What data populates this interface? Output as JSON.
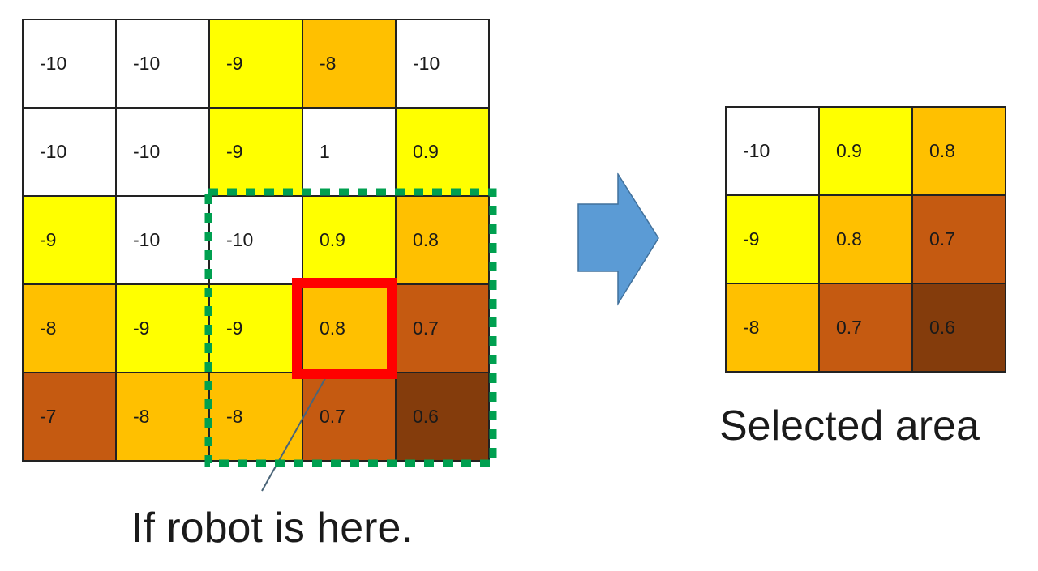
{
  "main_grid": {
    "rows": [
      [
        {
          "v": "-10",
          "c": "white"
        },
        {
          "v": "-10",
          "c": "white"
        },
        {
          "v": "-9",
          "c": "yellow"
        },
        {
          "v": "-8",
          "c": "orange"
        },
        {
          "v": "-10",
          "c": "white"
        }
      ],
      [
        {
          "v": "-10",
          "c": "white"
        },
        {
          "v": "-10",
          "c": "white"
        },
        {
          "v": "-9",
          "c": "yellow"
        },
        {
          "v": "1",
          "c": "white"
        },
        {
          "v": "0.9",
          "c": "yellow"
        }
      ],
      [
        {
          "v": "-9",
          "c": "yellow"
        },
        {
          "v": "-10",
          "c": "white"
        },
        {
          "v": "-10",
          "c": "white"
        },
        {
          "v": "0.9",
          "c": "yellow"
        },
        {
          "v": "0.8",
          "c": "orange"
        }
      ],
      [
        {
          "v": "-8",
          "c": "orange"
        },
        {
          "v": "-9",
          "c": "yellow"
        },
        {
          "v": "-9",
          "c": "yellow"
        },
        {
          "v": "0.8",
          "c": "orange"
        },
        {
          "v": "0.7",
          "c": "rust"
        }
      ],
      [
        {
          "v": "-7",
          "c": "rust"
        },
        {
          "v": "-8",
          "c": "orange"
        },
        {
          "v": "-8",
          "c": "orange"
        },
        {
          "v": "0.7",
          "c": "rust"
        },
        {
          "v": "0.6",
          "c": "brown"
        }
      ]
    ],
    "robot_cell": {
      "row": 3,
      "col": 3
    },
    "selection": {
      "row_start": 2,
      "col_start": 2,
      "size": 3
    }
  },
  "selected_grid": {
    "rows": [
      [
        {
          "v": "-10",
          "c": "white"
        },
        {
          "v": "0.9",
          "c": "yellow"
        },
        {
          "v": "0.8",
          "c": "orange"
        }
      ],
      [
        {
          "v": "-9",
          "c": "yellow"
        },
        {
          "v": "0.8",
          "c": "orange"
        },
        {
          "v": "0.7",
          "c": "rust"
        }
      ],
      [
        {
          "v": "-8",
          "c": "orange"
        },
        {
          "v": "0.7",
          "c": "rust"
        },
        {
          "v": "0.6",
          "c": "brown"
        }
      ]
    ]
  },
  "captions": {
    "robot": "If robot is here.",
    "selected": "Selected area"
  },
  "colors": {
    "white": "#ffffff",
    "yellow": "#ffff00",
    "orange": "#ffc000",
    "rust": "#c55a11",
    "brown": "#843c0c",
    "robot_box": "#ff0000",
    "selection_dots": "#00a050",
    "arrow": "#5b9bd5",
    "arrow_stroke": "#41719c",
    "pointer_line": "#4a6478"
  },
  "icons": {
    "arrow": "arrow-right-icon"
  }
}
